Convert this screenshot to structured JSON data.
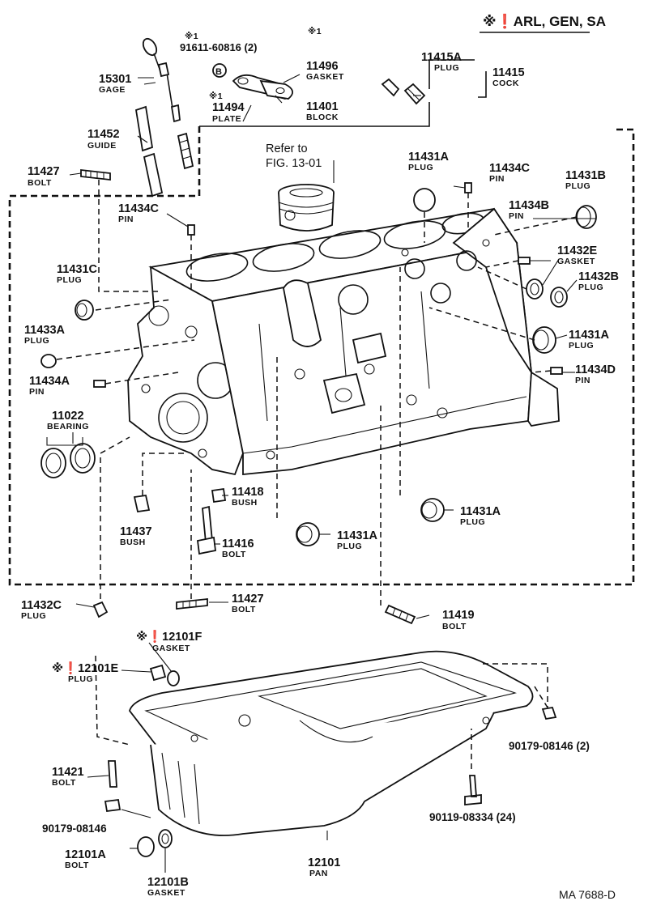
{
  "header": {
    "applicability": "※❗ARL, GEN, SA"
  },
  "refer": {
    "line1": "Refer to",
    "line2": "FIG. 13-01"
  },
  "footer": {
    "code": "MA 7688-D"
  },
  "parts": {
    "p91611": {
      "marker": "※1",
      "number": "91611-60816 (2)",
      "ref": "B"
    },
    "p11496": {
      "marker": "※1",
      "number": "11496",
      "name": "GASKET"
    },
    "p11494": {
      "marker": "※1",
      "number": "11494",
      "name": "PLATE"
    },
    "p15301": {
      "number": "15301",
      "name": "GAGE"
    },
    "p11452": {
      "number": "11452",
      "name": "GUIDE"
    },
    "p11427a": {
      "number": "11427",
      "name": "BOLT"
    },
    "p11401": {
      "number": "11401",
      "name": "BLOCK"
    },
    "p11415a": {
      "number": "11415A",
      "name": "PLUG"
    },
    "p11415": {
      "number": "11415",
      "name": "COCK"
    },
    "p11431a_top": {
      "number": "11431A",
      "name": "PLUG"
    },
    "p11434c_top": {
      "number": "11434C",
      "name": "PIN"
    },
    "p11431b": {
      "number": "11431B",
      "name": "PLUG"
    },
    "p11434c_left": {
      "number": "11434C",
      "name": "PIN"
    },
    "p11434b": {
      "number": "11434B",
      "name": "PIN"
    },
    "p11431c": {
      "number": "11431C",
      "name": "PLUG"
    },
    "p11432e": {
      "number": "11432E",
      "name": "GASKET"
    },
    "p11432b": {
      "number": "11432B",
      "name": "PLUG"
    },
    "p11433a": {
      "number": "11433A",
      "name": "PLUG"
    },
    "p11431a_right": {
      "number": "11431A",
      "name": "PLUG"
    },
    "p11434a": {
      "number": "11434A",
      "name": "PIN"
    },
    "p11434d": {
      "number": "11434D",
      "name": "PIN"
    },
    "p11022": {
      "number": "11022",
      "name": "BEARING"
    },
    "p11418": {
      "number": "11418",
      "name": "BUSH"
    },
    "p11431a_lr": {
      "number": "11431A",
      "name": "PLUG"
    },
    "p11437": {
      "number": "11437",
      "name": "BUSH"
    },
    "p11416": {
      "number": "11416",
      "name": "BOLT"
    },
    "p11431a_bc": {
      "number": "11431A",
      "name": "PLUG"
    },
    "p11432c": {
      "number": "11432C",
      "name": "PLUG"
    },
    "p11427b": {
      "number": "11427",
      "name": "BOLT"
    },
    "p11419": {
      "number": "11419",
      "name": "BOLT"
    },
    "p12101f": {
      "marker": "※❗",
      "number": "12101F",
      "name": "GASKET"
    },
    "p12101e": {
      "marker": "※❗",
      "number": "12101E",
      "name": "PLUG"
    },
    "p90179_2": {
      "number": "90179-08146 (2)"
    },
    "p11421": {
      "number": "11421",
      "name": "BOLT"
    },
    "p90119": {
      "number": "90119-08334 (24)"
    },
    "p90179": {
      "number": "90179-08146"
    },
    "p12101a": {
      "number": "12101A",
      "name": "BOLT"
    },
    "p12101": {
      "number": "12101",
      "name": "PAN"
    },
    "p12101b": {
      "number": "12101B",
      "name": "GASKET"
    }
  }
}
